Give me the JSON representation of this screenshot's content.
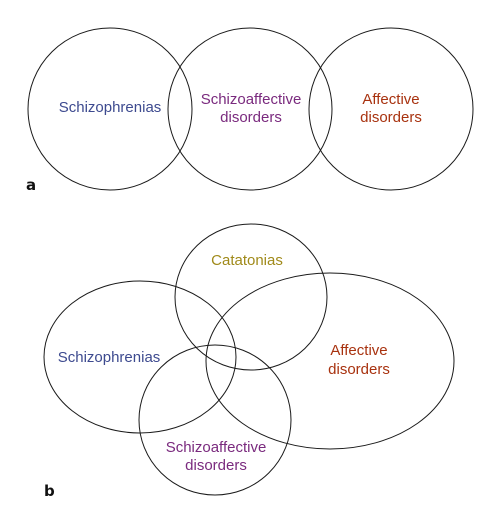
{
  "colors": {
    "schizophrenias": "#3d4a8f",
    "schizoaffective": "#7a2a7e",
    "affective": "#a8320f",
    "catatonias": "#a08a1a",
    "outline": "#1a1a1a"
  },
  "panel_a": {
    "letter": "a",
    "schizophrenias": "Schizophrenias",
    "schizoaffective_line1": "Schizoaffective",
    "schizoaffective_line2": "disorders",
    "affective_line1": "Affective",
    "affective_line2": "disorders"
  },
  "panel_b": {
    "letter": "b",
    "catatonias": "Catatonias",
    "schizophrenias": "Schizophrenias",
    "affective_line1": "Affective",
    "affective_line2": "disorders",
    "schizoaffective_line1": "Schizoaffective",
    "schizoaffective_line2": "disorders"
  }
}
